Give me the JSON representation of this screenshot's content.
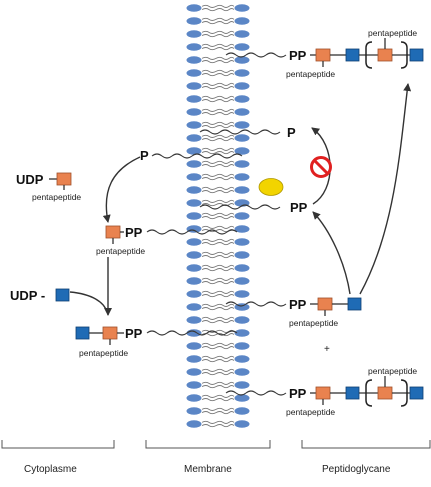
{
  "labels": {
    "udp": "UDP",
    "udp_dash": "UDP -",
    "p": "P",
    "pp": "PP",
    "pentapeptide": "pentapeptide",
    "plus": "+"
  },
  "regions": {
    "cytoplasm": "Cytoplasme",
    "membrane": "Membrane",
    "peptidoglycan": "Peptidoglycane"
  },
  "colors": {
    "lipid_head": "#5b86c6",
    "lipid_tail": "#3a3a3a",
    "orange_unit": "#e9824f",
    "blue_unit": "#1f6bb5",
    "inhibitor_red": "#e02020",
    "enzyme_yellow": "#f2d400"
  },
  "icons": {
    "inhibition": "no-entry-icon",
    "enzyme": "enzyme-ellipse"
  }
}
